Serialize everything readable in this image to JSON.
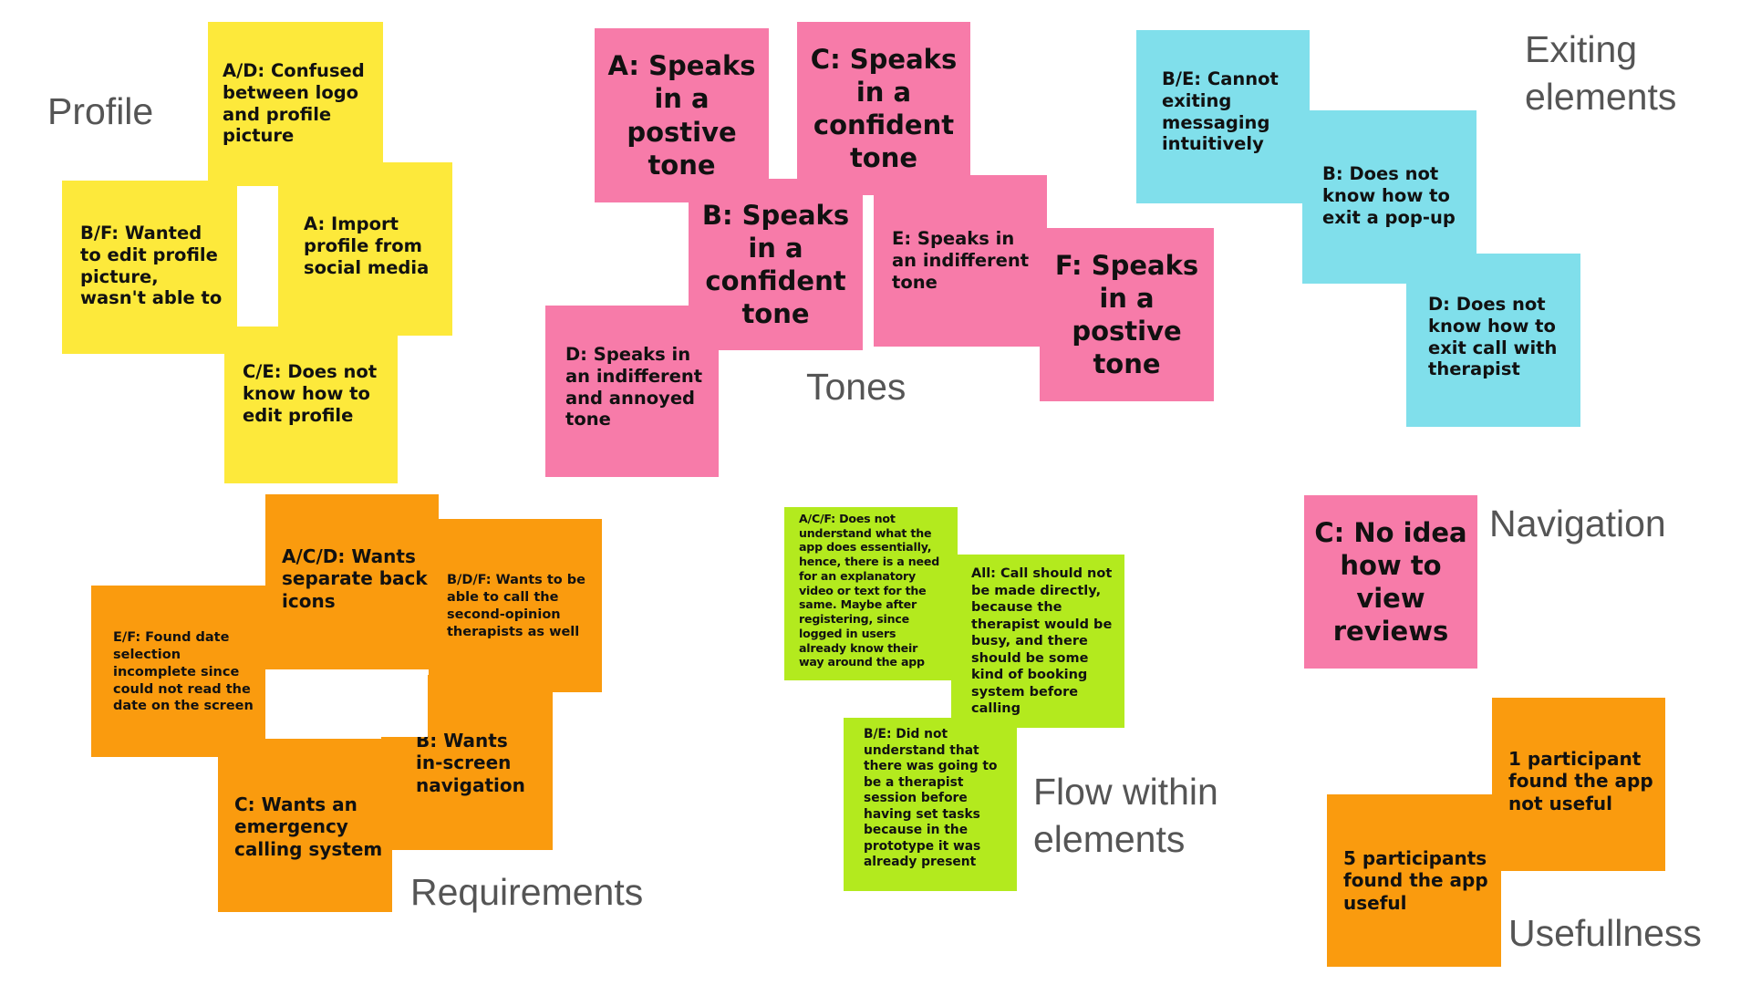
{
  "clusters": {
    "profile": {
      "label": "Profile",
      "color": "#fde93b",
      "notes": [
        "A/D: Confused\nbetween logo\nand profile\npicture",
        "B/F: Wanted\nto edit profile\npicture,\nwasn't able to",
        "A: Import\nprofile from\nsocial media",
        "C/E: Does not\nknow how to\nedit profile"
      ]
    },
    "tones": {
      "label": "Tones",
      "color": "#f77ba9",
      "notes": [
        "A: Speaks\nin a\npostive\ntone",
        "C: Speaks\nin a\nconfident\ntone",
        "B: Speaks\nin a\nconfident\ntone",
        "E: Speaks in\nan indifferent\ntone",
        "F: Speaks\nin a\npostive\ntone",
        "D: Speaks in\nan indifferent\nand annoyed\ntone"
      ]
    },
    "exiting": {
      "label": "Exiting\nelements",
      "color": "#80dfeb",
      "notes": [
        "B/E: Cannot\nexiting\nmessaging\nintuitively",
        "B: Does not\nknow how to\nexit a pop-up",
        "D: Does not\nknow how to\nexit call with\ntherapist"
      ]
    },
    "navigation": {
      "label": "Navigation",
      "color": "#f77ba9",
      "notes": [
        "C: No idea\nhow to\nview\nreviews"
      ]
    },
    "requirements": {
      "label": "Requirements",
      "color": "#fa9b0e",
      "notes": [
        "A/C/D: Wants\nseparate back\nicons",
        "B/D/F: Wants to be\nable to call the\nsecond-opinion\ntherapists as well",
        "E/F: Found date\nselection\nincomplete since\ncould not read the\ndate on the screen",
        "B: Wants\nin-screen\nnavigation",
        "C: Wants an\nemergency\ncalling system"
      ]
    },
    "flow": {
      "label": "Flow within\nelements",
      "color": "#b3ea1e",
      "notes": [
        "A/C/F: Does not\nunderstand what the\napp does essentially,\nhence, there is a need\nfor an explanatory\nvideo or text for the\nsame. Maybe after\nregistering, since\nlogged in users\nalready know their\nway around the app",
        "All: Call should not\nbe made directly,\nbecause the\ntherapist would be\nbusy, and there\nshould be some\nkind of booking\nsystem before\ncalling",
        "B/E: Did not\nunderstand that\nthere was going to\nbe a therapist\nsession before\nhaving set tasks\nbecause in the\nprototype it was\nalready present"
      ]
    },
    "usefulness": {
      "label": "Usefullness",
      "color": "#fa9b0e",
      "notes": [
        "1 participant\nfound the app\nnot useful",
        "5 participants\nfound the app\nuseful"
      ]
    }
  }
}
